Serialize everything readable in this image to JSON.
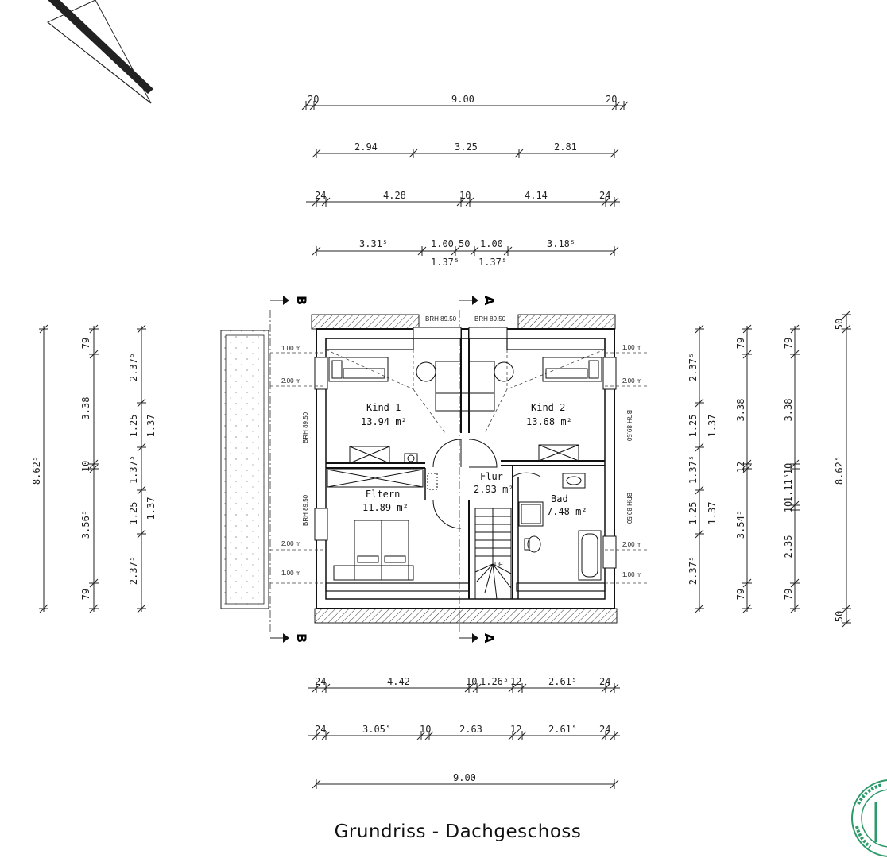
{
  "title": "Grundriss - Dachgeschoss",
  "rooms": {
    "kind1": {
      "name": "Kind 1",
      "area": "13.94 m²"
    },
    "kind2": {
      "name": "Kind 2",
      "area": "13.68 m²"
    },
    "eltern": {
      "name": "Eltern",
      "area": "11.89 m²"
    },
    "flur": {
      "name": "Flur",
      "area": "2.93 m²"
    },
    "bad": {
      "name": "Bad",
      "area": "7.48 m²"
    }
  },
  "labels": {
    "brh_top_left": "BRH 89.50",
    "brh_top_right": "BRH 89.50",
    "brh_left_upper": "BRH 89.50",
    "brh_left_lower": "BRH 89.50",
    "brh_right_upper": "BRH 89.50",
    "brh_right_lower": "BRH 89.50",
    "height_1m": "1.00 m",
    "height_2m": "2.00 m",
    "df": "DF",
    "section_a": "A",
    "section_b": "B"
  },
  "dimensions": {
    "top_row1": [
      "20",
      "9.00",
      "20"
    ],
    "top_row2": [
      "2.94",
      "3.25",
      "2.81"
    ],
    "top_row3": [
      "24",
      "4.28",
      "10",
      "4.14",
      "24"
    ],
    "top_row4": [
      "3.31⁵",
      "1.00",
      "50",
      "1.00",
      "3.18⁵",
      "1.37⁵",
      "1.37⁵"
    ],
    "bottom_row1": [
      "24",
      "4.42",
      "10",
      "1.26⁵",
      "12",
      "2.61⁵",
      "24"
    ],
    "bottom_row2": [
      "24",
      "3.05⁵",
      "10",
      "2.63",
      "12",
      "2.61⁵",
      "24"
    ],
    "bottom_row3": [
      "9.00"
    ],
    "left_col1": [
      "8.62⁵"
    ],
    "left_col2": [
      "79",
      "3.38",
      "10",
      "3.56⁵",
      "79"
    ],
    "left_col3": [
      "2.37⁵",
      "1.25",
      "1.37⁵",
      "1.25",
      "2.37⁵",
      "1.37",
      "1.37"
    ],
    "right_col1": [
      "2.37⁵",
      "1.25",
      "1.37⁵",
      "1.25",
      "2.37⁵",
      "1.37",
      "1.37"
    ],
    "right_col2": [
      "79",
      "3.38",
      "12",
      "3.54⁵",
      "79"
    ],
    "right_col3": [
      "79",
      "3.38",
      "10",
      "1.11⁵",
      "10",
      "2.35",
      "79"
    ],
    "right_col4": [
      "50",
      "8.62⁵",
      "50"
    ]
  }
}
